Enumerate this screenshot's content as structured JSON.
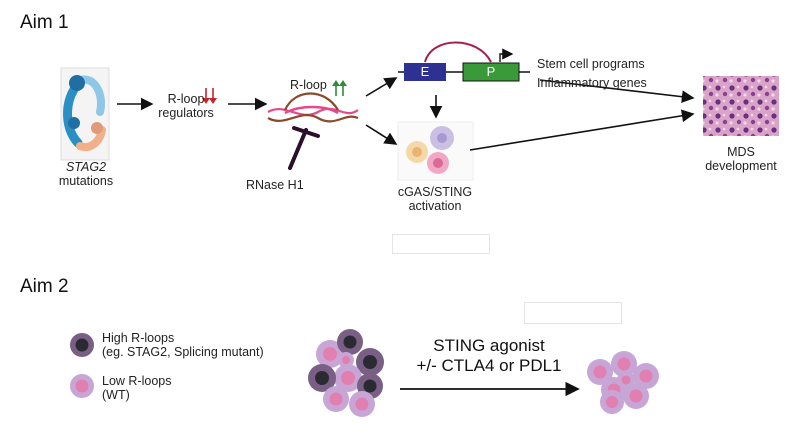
{
  "aim1": {
    "title": "Aim 1",
    "stag2_gene": "STAG2",
    "stag2_suffix": "mutations",
    "regulators_line1": "R-loop",
    "regulators_line2": "regulators",
    "rloop_label": "R-loop",
    "rnaseh1": "RNase H1",
    "enhancer": "E",
    "promoter": "P",
    "program1": "Stem cell programs",
    "program2": "Inflammatory genes",
    "cgas_line1": "cGAS/STING",
    "cgas_line2": "activation",
    "mds_line1": "MDS",
    "mds_line2": "development"
  },
  "aim2": {
    "title": "Aim 2",
    "high_line1": "High R-loops",
    "high_line2": "(eg. STAG2, Splicing mutant)",
    "low_line1": "Low R-loops",
    "low_line2": "(WT)",
    "treatment_line1": "STING agonist",
    "treatment_line2": "+/- CTLA4 or PDL1"
  },
  "colors": {
    "down_arrow": "#c0272d",
    "up_arrow": "#2e8b3a",
    "enhancer_box": "#2e3192",
    "promoter_box": "#3a9a3a",
    "loop_arc": "#a3214f",
    "high_cell": "#7a5f85",
    "low_cell": "#c7a6d6",
    "nucleus_pink": "#e07fb0"
  }
}
